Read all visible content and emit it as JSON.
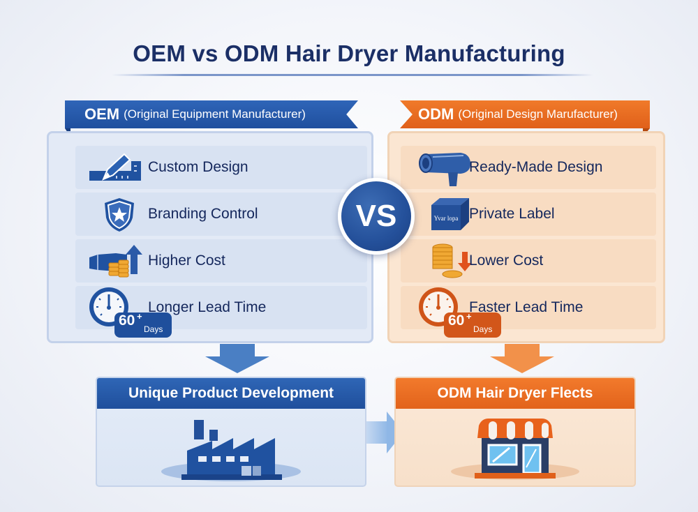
{
  "title": "OEM vs ODM Hair Dryer Manufacturing",
  "colors": {
    "oem_primary": "#1f4f9c",
    "odm_primary": "#e2631b",
    "title_text": "#1b2f66",
    "oem_panel_bg": "#e3eaf6",
    "odm_panel_bg": "#fbe6d2"
  },
  "vs_badge": "VS",
  "oem": {
    "ribbon_abbr": "OEM",
    "ribbon_full": "(Original Equipment Manufacturer)",
    "items": [
      {
        "label": "Custom Design",
        "icon": "pencil-ruler-icon"
      },
      {
        "label": "Branding Control",
        "icon": "shield-star-icon"
      },
      {
        "label": "Higher Cost",
        "icon": "hair-dryer-coins-up-arrow-icon"
      },
      {
        "label": "Longer Lead Time",
        "icon": "clock-icon",
        "badge_number": "60",
        "badge_plus": "+",
        "badge_unit": "Days"
      }
    ],
    "outcome": {
      "label": "Unique Product Development",
      "icon": "factory-icon"
    }
  },
  "odm": {
    "ribbon_abbr": "ODM",
    "ribbon_full": "(Original Design Marufacturer)",
    "items": [
      {
        "label": "Ready-Made Design",
        "icon": "hair-dryer-icon"
      },
      {
        "label": "Private Label",
        "icon": "box-logo-icon",
        "box_text": "Yvar lopa"
      },
      {
        "label": "Lower Cost",
        "icon": "coins-down-arrow-icon"
      },
      {
        "label": "Faster Lead Time",
        "icon": "clock-icon",
        "badge_number": "60",
        "badge_plus": "+",
        "badge_unit": "Days"
      }
    ],
    "outcome": {
      "label": "ODM Hair Dryer Flects",
      "icon": "storefront-icon"
    }
  }
}
